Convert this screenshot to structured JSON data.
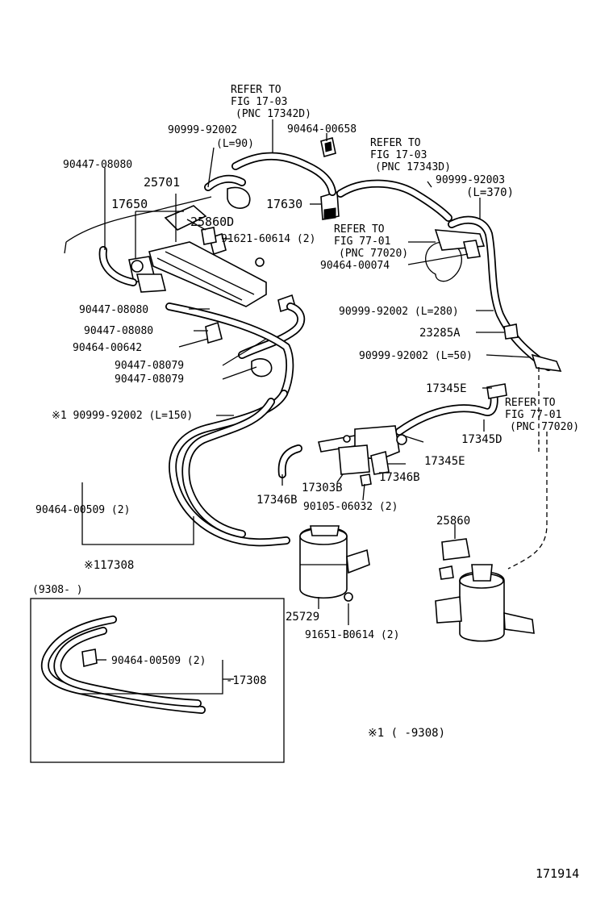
{
  "callouts": {
    "refer_17342d": [
      "REFER TO",
      "FIG 17-03",
      "(PNC 17342D)"
    ],
    "p90999_92002_l90": [
      "90999-92002",
      "(L=90)"
    ],
    "p90464_00658": "90464-00658",
    "refer_17343d": [
      "REFER TO",
      "FIG 17-03",
      "(PNC 17343D)"
    ],
    "p90999_92003_l370": [
      "90999-92003",
      "(L=370)"
    ],
    "p90447_08080_top": "90447-08080",
    "p25701": "25701",
    "p17650": "17650",
    "p17630": "17630",
    "p25860d": "25860D",
    "p91621_60614": "91621-60614 (2)",
    "refer_77020_a": [
      "REFER TO",
      "FIG 77-01",
      "(PNC 77020)"
    ],
    "p90464_00074": "90464-00074",
    "p90999_92002_l280": "90999-92002 (L=280)",
    "p90447_08080_a": "90447-08080",
    "p90447_08080_b": "90447-08080",
    "p90464_00642": "90464-00642",
    "p90447_08079_a": "90447-08079",
    "p90447_08079_b": "90447-08079",
    "p23285a": "23285A",
    "p90999_92002_l50": "90999-92002 (L=50)",
    "p17345e_a": "17345E",
    "refer_77020_b": [
      "REFER TO",
      "FIG 77-01",
      "(PNC 77020)"
    ],
    "p_note1_l150": "※1  90999-92002 (L=150)",
    "p17345d": "17345D",
    "p17345e_b": "17345E",
    "p17346b_a": "17346B",
    "p17303b": "17303B",
    "p17346b_b": "17346B",
    "p90105_06032": "90105-06032 (2)",
    "p90464_00509_a": "90464-00509 (2)",
    "p117308": "※117308",
    "p25860": "25860",
    "p25729": "25729",
    "p91651_b0614": "91651-B0614 (2)",
    "inset_range": "(9308-      )",
    "p90464_00509_b": "90464-00509 (2)",
    "p17308": "-17308",
    "note1_range": "※1 (       -9308)",
    "figure_number": "171914"
  }
}
